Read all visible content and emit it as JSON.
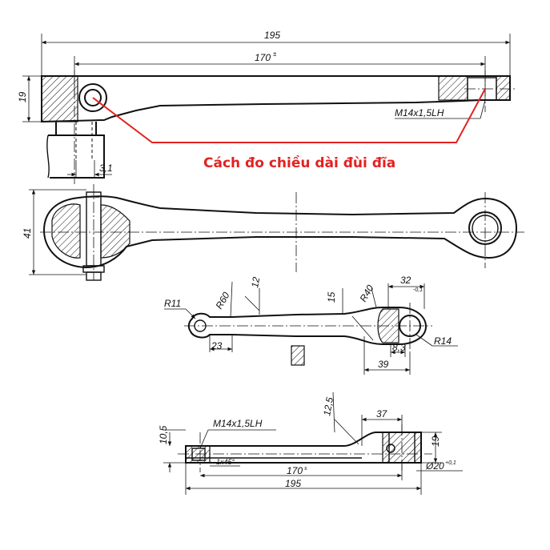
{
  "note": "Cách đo chiều dài đùi đĩa",
  "dimensions": {
    "overall_length_top": "195",
    "center_length_top": "170",
    "center_length_top_sup": "±",
    "height_top": "19",
    "thread_top": "M14x1,5LH",
    "pin_offset": "3,1",
    "width_side": "41",
    "r11": "R11",
    "r60": "R60",
    "d12": "12",
    "d15": "15",
    "r40": "R40",
    "d32": "32",
    "d32_sup": "-0,1",
    "d23": "23",
    "d8_3": "8,3",
    "d39": "39",
    "r14": "R14",
    "d12_5": "12,5",
    "d37": "37",
    "d10_5": "10,5",
    "thread_bottom": "M14x1,5LH",
    "chamfer_bottom": "1x45°",
    "height_bottom": "19",
    "center_length_bottom": "170",
    "center_length_bottom_sup": "±",
    "bore_bottom": "Ø20",
    "bore_bottom_sup": "+0,1",
    "overall_length_bottom": "195"
  }
}
